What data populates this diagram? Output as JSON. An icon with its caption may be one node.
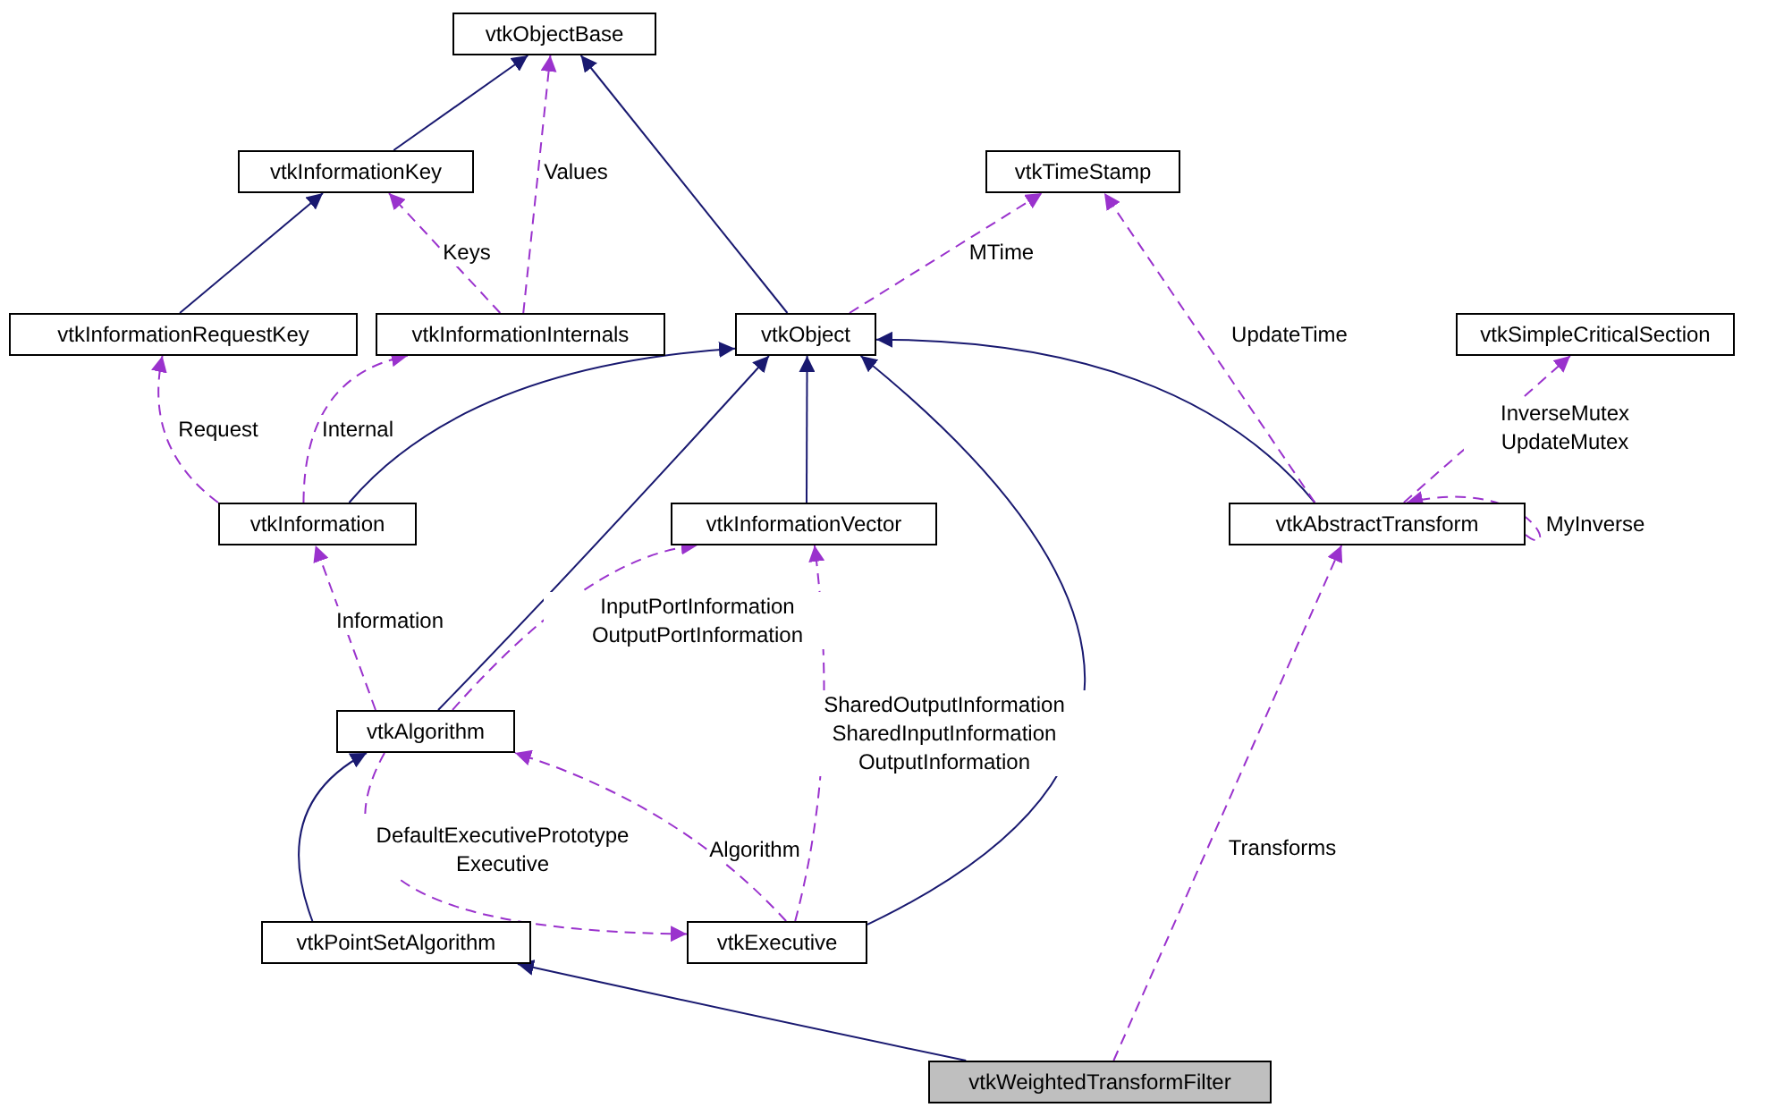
{
  "diagram": {
    "nodes": [
      {
        "text": [
          "vtkObjectBase"
        ]
      },
      {
        "text": [
          "vtkInformationKey"
        ]
      },
      {
        "text": [
          "vtkTimeStamp"
        ]
      },
      {
        "text": [
          "vtkInformationRequestKey"
        ]
      },
      {
        "text": [
          "vtkInformationInternals"
        ]
      },
      {
        "text": [
          "vtkObject"
        ]
      },
      {
        "text": [
          "vtkSimpleCriticalSection"
        ]
      },
      {
        "text": [
          "vtkInformation"
        ]
      },
      {
        "text": [
          "vtkInformationVector"
        ]
      },
      {
        "text": [
          "vtkAbstractTransform"
        ]
      },
      {
        "text": [
          "vtkAlgorithm"
        ]
      },
      {
        "text": [
          "vtkPointSetAlgorithm"
        ]
      },
      {
        "text": [
          "vtkExecutive"
        ]
      },
      {
        "text": [
          "vtkWeightedTransformFilter"
        ]
      }
    ],
    "edges": [
      {
        "from": 1,
        "to": 0,
        "arrow": "to",
        "color": "#191970"
      },
      {
        "from": 3,
        "to": 1,
        "arrow": "to",
        "color": "#191970"
      },
      {
        "from": 5,
        "to": 0,
        "arrow": "to",
        "color": "#191970"
      },
      {
        "from": 7,
        "to": 5,
        "arrow": "to",
        "color": "#191970"
      },
      {
        "from": 10,
        "to": 5,
        "arrow": "to",
        "color": "#191970"
      },
      {
        "from": 8,
        "to": 5,
        "arrow": "to",
        "color": "#191970"
      },
      {
        "from": 12,
        "to": 5,
        "arrow": "to",
        "color": "#191970"
      },
      {
        "from": 9,
        "to": 5,
        "arrow": "to",
        "color": "#191970"
      },
      {
        "from": 11,
        "to": 10,
        "arrow": "to",
        "color": "#191970"
      },
      {
        "from": 13,
        "to": 11,
        "arrow": "to",
        "color": "#191970"
      },
      {
        "from": 4,
        "to": 0,
        "arrow": "to",
        "style": "dashed",
        "label": "Values"
      },
      {
        "from": 4,
        "to": 1,
        "arrow": "to",
        "style": "dashed",
        "label": "Keys"
      },
      {
        "from": 5,
        "to": 2,
        "arrow": "to",
        "style": "dashed",
        "label": "MTime"
      },
      {
        "from": 7,
        "to": 3,
        "arrow": "to",
        "style": "dashed",
        "label": "Request"
      },
      {
        "from": 7,
        "to": 4,
        "arrow": "to",
        "style": "dashed",
        "label": "Internal"
      },
      {
        "from": 9,
        "to": 2,
        "arrow": "to",
        "style": "dashed",
        "label": "UpdateTime"
      },
      {
        "from": 9,
        "to": 6,
        "arrow": "to",
        "style": "dashed",
        "label": "InverseMutex UpdateMutex"
      },
      {
        "from": 9,
        "to": 9,
        "arrow": "to",
        "style": "dashed",
        "label": "MyInverse"
      },
      {
        "from": 10,
        "to": 7,
        "arrow": "to",
        "style": "dashed",
        "label": "Information"
      },
      {
        "from": 10,
        "to": 8,
        "arrow": "to",
        "style": "dashed",
        "label": "InputPortInformation OutputPortInformation"
      },
      {
        "from": 12,
        "to": 8,
        "arrow": "to",
        "style": "dashed",
        "label": "SharedOutputInformation SharedInputInformation OutputInformation"
      },
      {
        "from": 12,
        "to": 10,
        "arrow": "to",
        "style": "dashed",
        "label": "Algorithm"
      },
      {
        "from": 10,
        "to": 12,
        "arrow": "to",
        "style": "dashed",
        "label": "DefaultExecutivePrototype Executive"
      },
      {
        "from": 13,
        "to": 9,
        "arrow": "to",
        "style": "dashed",
        "label": "Transforms"
      }
    ]
  }
}
